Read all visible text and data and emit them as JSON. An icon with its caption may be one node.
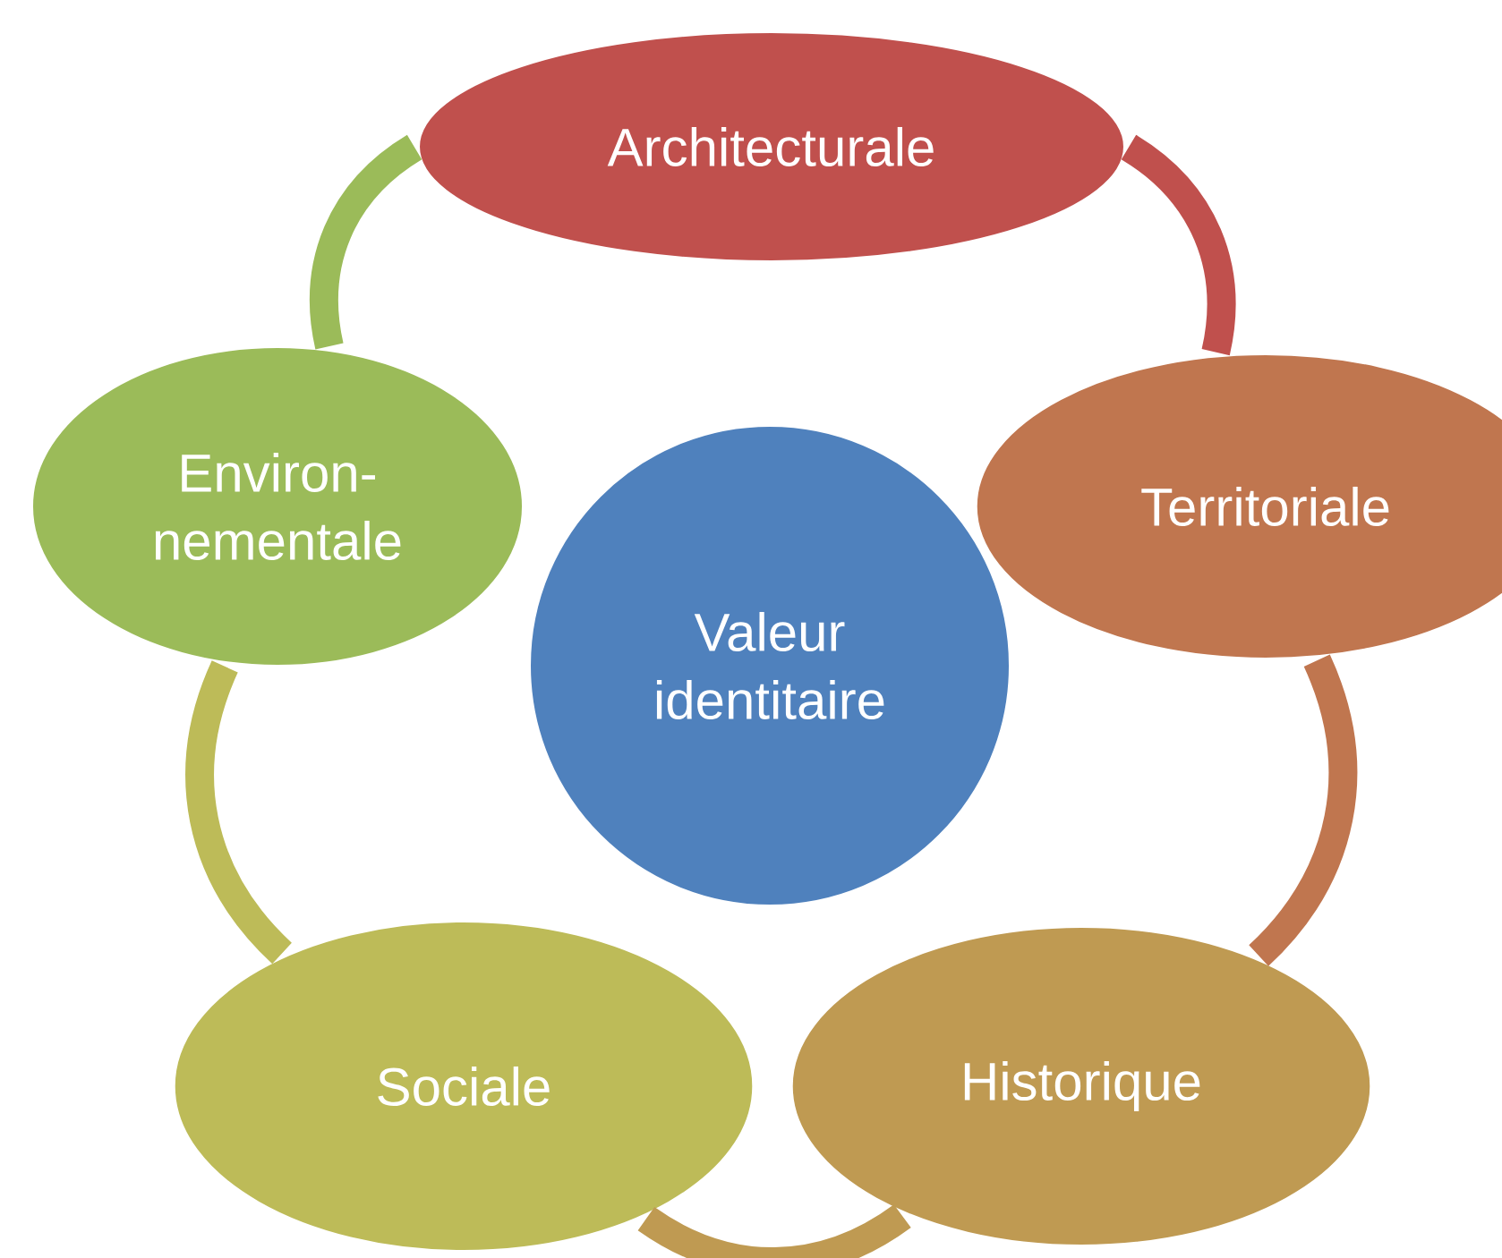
{
  "diagram": {
    "nodes": [
      {
        "text": [
          "Valeur identitaire"
        ]
      },
      {
        "text": [
          "Architecturale"
        ]
      },
      {
        "text": [
          "Territoriale"
        ]
      },
      {
        "text": [
          "Historique"
        ]
      },
      {
        "text": [
          "Sociale"
        ]
      },
      {
        "text": [
          "Environ- nementale"
        ]
      }
    ],
    "edges": [
      {
        "from": 1,
        "to": 2,
        "arrow": "none",
        "color": "#c0504d"
      },
      {
        "from": 2,
        "to": 3,
        "arrow": "none",
        "color": "#c0764f"
      },
      {
        "from": 3,
        "to": 4,
        "arrow": "none",
        "color": "#bf9a52"
      },
      {
        "from": 4,
        "to": 5,
        "arrow": "none",
        "color": "#bdbb58"
      },
      {
        "from": 5,
        "to": 1,
        "arrow": "none",
        "color": "#9bbb59"
      }
    ]
  }
}
